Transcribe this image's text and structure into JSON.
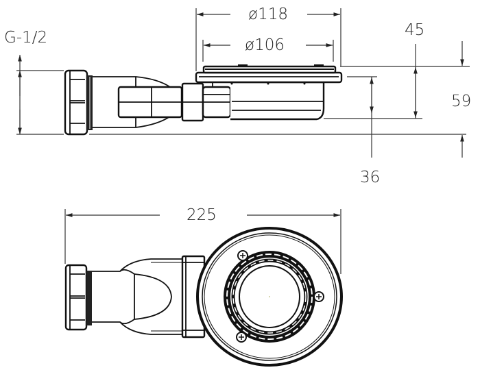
{
  "drawing": {
    "title": "Shower drain trap technical drawing",
    "views": [
      "side-view",
      "top-view"
    ],
    "dimensions": {
      "thread": "G-1/2",
      "outer_diameter": "ø118",
      "inner_diameter": "ø106",
      "height_upper": "45",
      "height_total": "59",
      "outlet_height": "36",
      "overall_length": "225"
    },
    "colors": {
      "line": "#111111",
      "background": "#ffffff"
    }
  }
}
